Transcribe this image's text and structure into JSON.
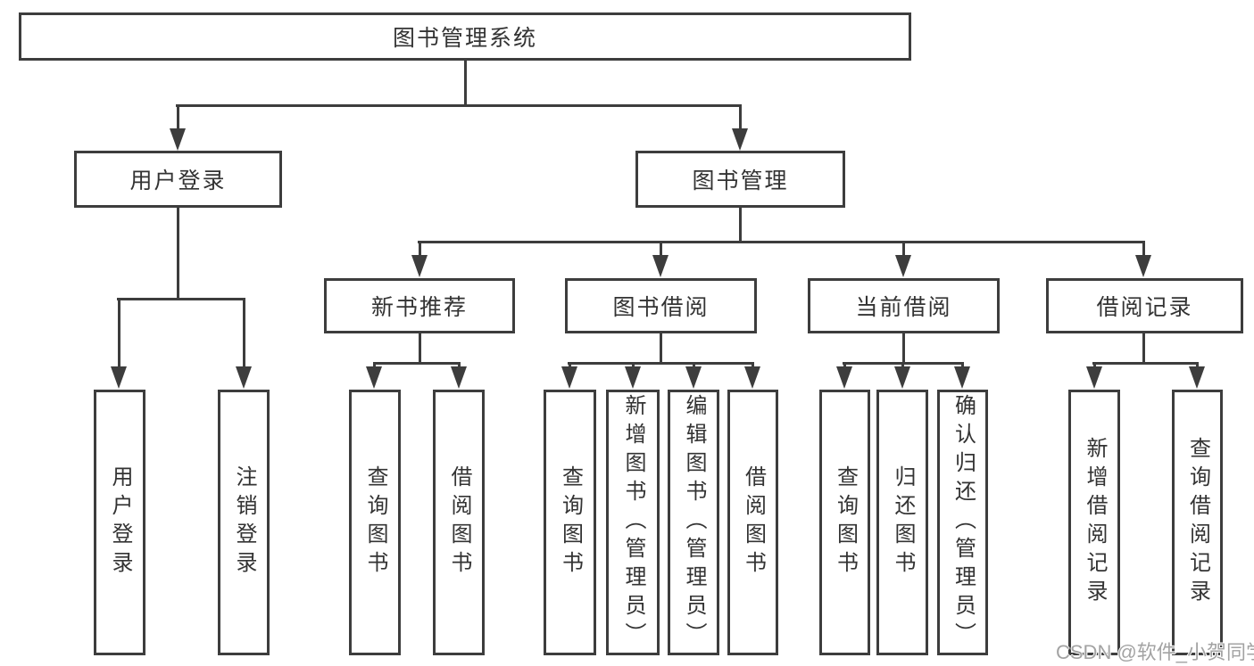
{
  "diagram": {
    "title": "图书管理系统",
    "level2": [
      {
        "label": "用户登录"
      },
      {
        "label": "图书管理"
      }
    ],
    "level3": [
      {
        "label": "新书推荐"
      },
      {
        "label": "图书借阅"
      },
      {
        "label": "当前借阅"
      },
      {
        "label": "借阅记录"
      }
    ],
    "leaves": [
      {
        "label": "用户登录"
      },
      {
        "label": "注销登录"
      },
      {
        "label": "查询图书"
      },
      {
        "label": "借阅图书"
      },
      {
        "label": "查询图书"
      },
      {
        "label": "新增图书（管理员）"
      },
      {
        "label": "编辑图书（管理员）"
      },
      {
        "label": "借阅图书"
      },
      {
        "label": "查询图书"
      },
      {
        "label": "归还图书"
      },
      {
        "label": "确认归还（管理员）"
      },
      {
        "label": "新增借阅记录"
      },
      {
        "label": "查询借阅记录"
      }
    ]
  },
  "watermark": {
    "text": "CSDN @软件_小贺同学"
  },
  "colors": {
    "line": "#3d3d3d",
    "box_border": "#3d3d3d",
    "text": "#333333",
    "watermark": "#a3a3a3",
    "background": "#ffffff"
  }
}
